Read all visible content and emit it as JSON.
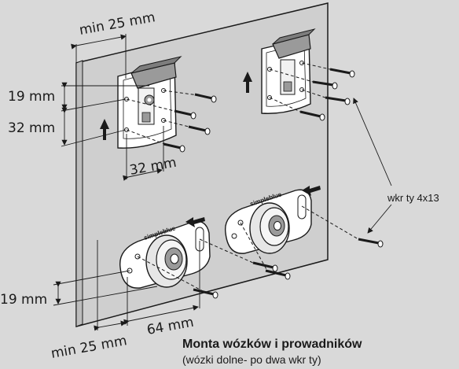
{
  "dimensions": {
    "top_min": "min 25 mm",
    "left_19": "19 mm",
    "left_32": "32 mm",
    "hole_32": "32 mm",
    "bottom_19": "19 mm",
    "bottom_min": "min 25 mm",
    "bottom_64": "64 mm"
  },
  "screw_label": "wkr  ty 4x13",
  "brand": "simpleblue",
  "caption": {
    "title": "Monta   wózków i prowadników",
    "subtitle": "(wózki dolne- po dwa wkr  ty)"
  },
  "colors": {
    "background": "#d9d9d9",
    "panel": "#cfcfcf",
    "metal": "#ffffff",
    "line": "#1a1a1a",
    "clip": "#8a8a8a"
  }
}
